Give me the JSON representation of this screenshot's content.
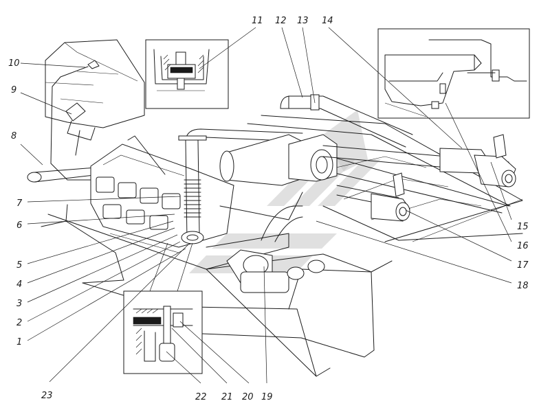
{
  "callouts": [
    {
      "id": "1",
      "label": "1"
    },
    {
      "id": "2",
      "label": "2"
    },
    {
      "id": "3",
      "label": "3"
    },
    {
      "id": "4",
      "label": "4"
    },
    {
      "id": "5",
      "label": "5"
    },
    {
      "id": "6",
      "label": "6"
    },
    {
      "id": "7",
      "label": "7"
    },
    {
      "id": "8",
      "label": "8"
    },
    {
      "id": "9",
      "label": "9"
    },
    {
      "id": "10",
      "label": "10"
    },
    {
      "id": "11",
      "label": "11"
    },
    {
      "id": "12",
      "label": "12"
    },
    {
      "id": "13",
      "label": "13"
    },
    {
      "id": "14",
      "label": "14"
    },
    {
      "id": "15",
      "label": "15"
    },
    {
      "id": "16",
      "label": "16"
    },
    {
      "id": "17",
      "label": "17"
    },
    {
      "id": "18",
      "label": "18"
    },
    {
      "id": "19",
      "label": "19"
    },
    {
      "id": "20",
      "label": "20"
    },
    {
      "id": "21",
      "label": "21"
    },
    {
      "id": "22",
      "label": "22"
    },
    {
      "id": "23",
      "label": "23"
    }
  ],
  "colors": {
    "ink": "#1a1a1a",
    "paper": "#ffffff",
    "watermark": "#c6c6c6"
  }
}
